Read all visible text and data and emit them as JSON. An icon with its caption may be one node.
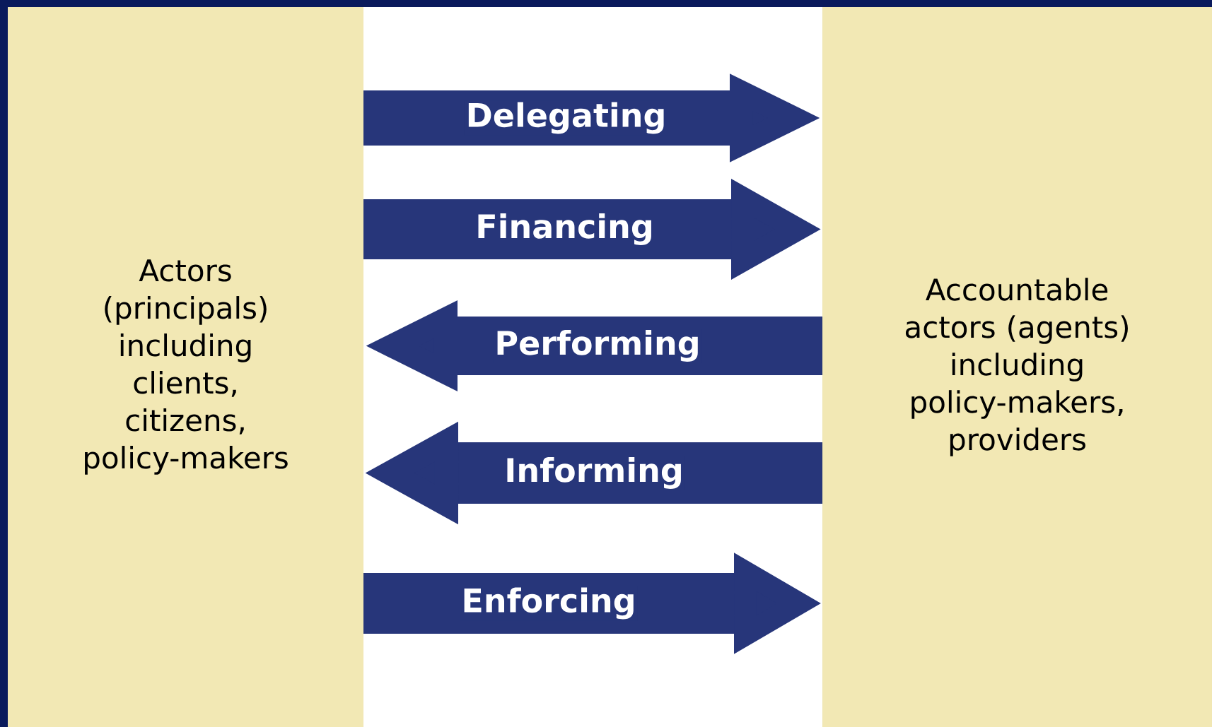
{
  "diagram": {
    "nodes": [
      {
        "text": [
          "Actors (principals) including clients, citizens, policy-makers"
        ]
      },
      {
        "text": [
          "Accountable actors (agents) including policy-makers, providers"
        ]
      }
    ],
    "edges": [
      {
        "from": 0,
        "to": 1,
        "arrow": "to",
        "label": "Delegating"
      },
      {
        "from": 0,
        "to": 1,
        "arrow": "to",
        "label": "Financing"
      },
      {
        "from": 1,
        "to": 0,
        "arrow": "to",
        "label": "Performing"
      },
      {
        "from": 1,
        "to": 0,
        "arrow": "to",
        "label": "Informing"
      },
      {
        "from": 0,
        "to": 1,
        "arrow": "to",
        "label": "Enforcing"
      }
    ]
  }
}
